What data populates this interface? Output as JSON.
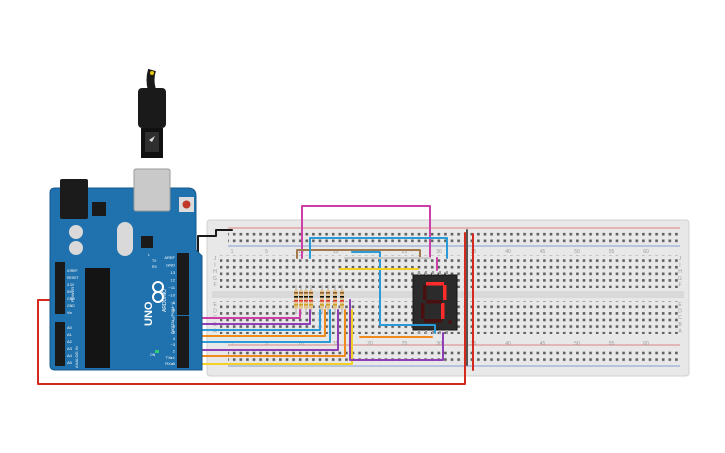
{
  "board": {
    "logo": "ARDUINO",
    "model": "UNO",
    "power_header_label": "POWER",
    "analog_header_label": "ANALOG IN",
    "digital_header_label": "DIGITAL (PWM~)",
    "top_header_labels": [
      "AREF",
      "GND",
      "13",
      "12",
      "~11",
      "~10",
      "~9",
      "8"
    ],
    "digital_labels": [
      "7",
      "~6",
      "~5",
      "4",
      "~3",
      "2",
      "TX▸1",
      "RX◂0"
    ],
    "power_labels": [
      "IOREF",
      "RESET",
      "3.3V",
      "5V",
      "GND",
      "GND",
      "Vin"
    ],
    "analog_labels": [
      "A0",
      "A1",
      "A2",
      "A3",
      "A4",
      "A5"
    ],
    "led_labels": [
      "L",
      "TX",
      "RX",
      "ON"
    ]
  },
  "breadboard": {
    "column_numbers": [
      "1",
      "5",
      "10",
      "15",
      "20",
      "25",
      "30",
      "35",
      "40",
      "45",
      "50",
      "55",
      "60"
    ],
    "row_letters_top": [
      "J",
      "I",
      "H",
      "G",
      "F"
    ],
    "row_letters_bottom": [
      "E",
      "D",
      "C",
      "B",
      "A"
    ]
  },
  "display": {
    "digit": "7"
  },
  "colors": {
    "board": "#1f72ad",
    "breadboard": "#e8e8e8",
    "segment_on": "#ff2b2b",
    "segment_off": "#4a1010",
    "wire_pink": "#cc3fa8",
    "wire_blue": "#2a9bd6",
    "wire_purple": "#8e3fb8",
    "wire_orange": "#ef8a1e",
    "wire_yellow": "#f2d024",
    "wire_red": "#d42a1e",
    "wire_brown": "#a07a4c",
    "wire_black": "#1a1a1a"
  }
}
